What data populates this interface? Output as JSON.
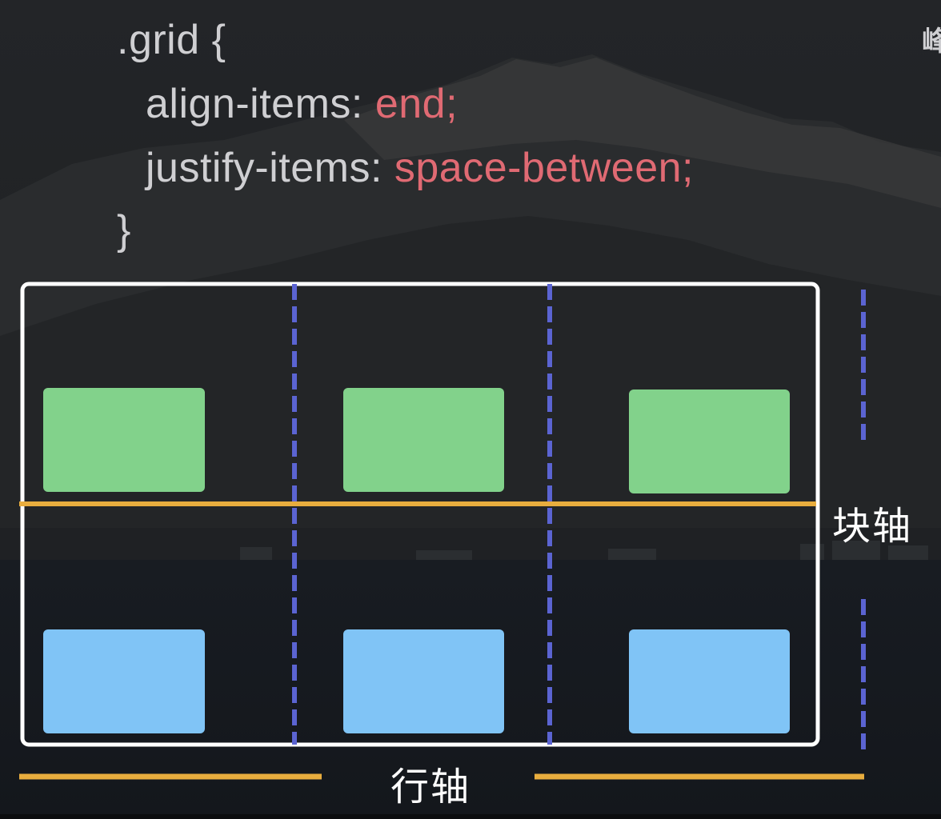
{
  "code": {
    "selector_line": ".grid {",
    "line1_property": "align-items: ",
    "line1_value": "end;",
    "line2_property": "justify-items: ",
    "line2_value": "space-between;",
    "closing_brace": "}"
  },
  "corner_text": "峰",
  "diagram": {
    "block_axis_label": "块轴",
    "inline_axis_label": "行轴",
    "grid": {
      "columns": 3,
      "rows": 2
    },
    "colors": {
      "row1_item": "#82d28b",
      "row2_item": "#80c4f6",
      "axis_line": "#e8ad3e",
      "column_divider": "#5b64d2",
      "grid_border": "#ffffff",
      "property_value": "#e06a73"
    }
  }
}
